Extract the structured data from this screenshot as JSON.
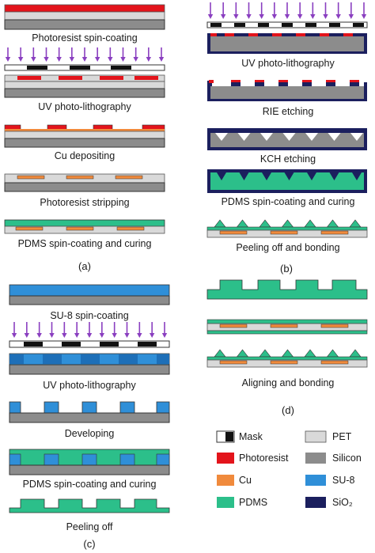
{
  "panels": {
    "a": {
      "label": "(a)",
      "steps": [
        "Photoresist  spin-coating",
        "UV photo-lithography",
        "Cu depositing",
        "Photoresist  stripping",
        "PDMS spin-coating and curing"
      ]
    },
    "b": {
      "label": "(b)",
      "steps": [
        "UV photo-lithography",
        "RIE etching",
        "KCH etching",
        "PDMS spin-coating and curing",
        "Peeling off and bonding"
      ]
    },
    "c": {
      "label": "(c)",
      "steps": [
        "SU-8 spin-coating",
        "UV photo-lithography",
        "Developing",
        "PDMS spin-coating and curing",
        "Peeling off"
      ]
    },
    "d": {
      "label": "(d)",
      "steps": [
        "Aligning and bonding"
      ]
    }
  },
  "legend": {
    "mask": "Mask",
    "pet": "PET",
    "photoresist": "Photoresist",
    "silicon": "Silicon",
    "cu": "Cu",
    "su8": "SU-8",
    "pdms": "PDMS",
    "sio2": "SiO₂"
  },
  "colors": {
    "pet": "#d9d9d9",
    "silicon": "#8c8c8c",
    "photoresist": "#e3141b",
    "cu": "#f08a3c",
    "su8": "#2f8fd8",
    "pdms": "#2cbf8a",
    "sio2": "#1b1f5e",
    "uv_arrow": "#8a3fc0"
  }
}
